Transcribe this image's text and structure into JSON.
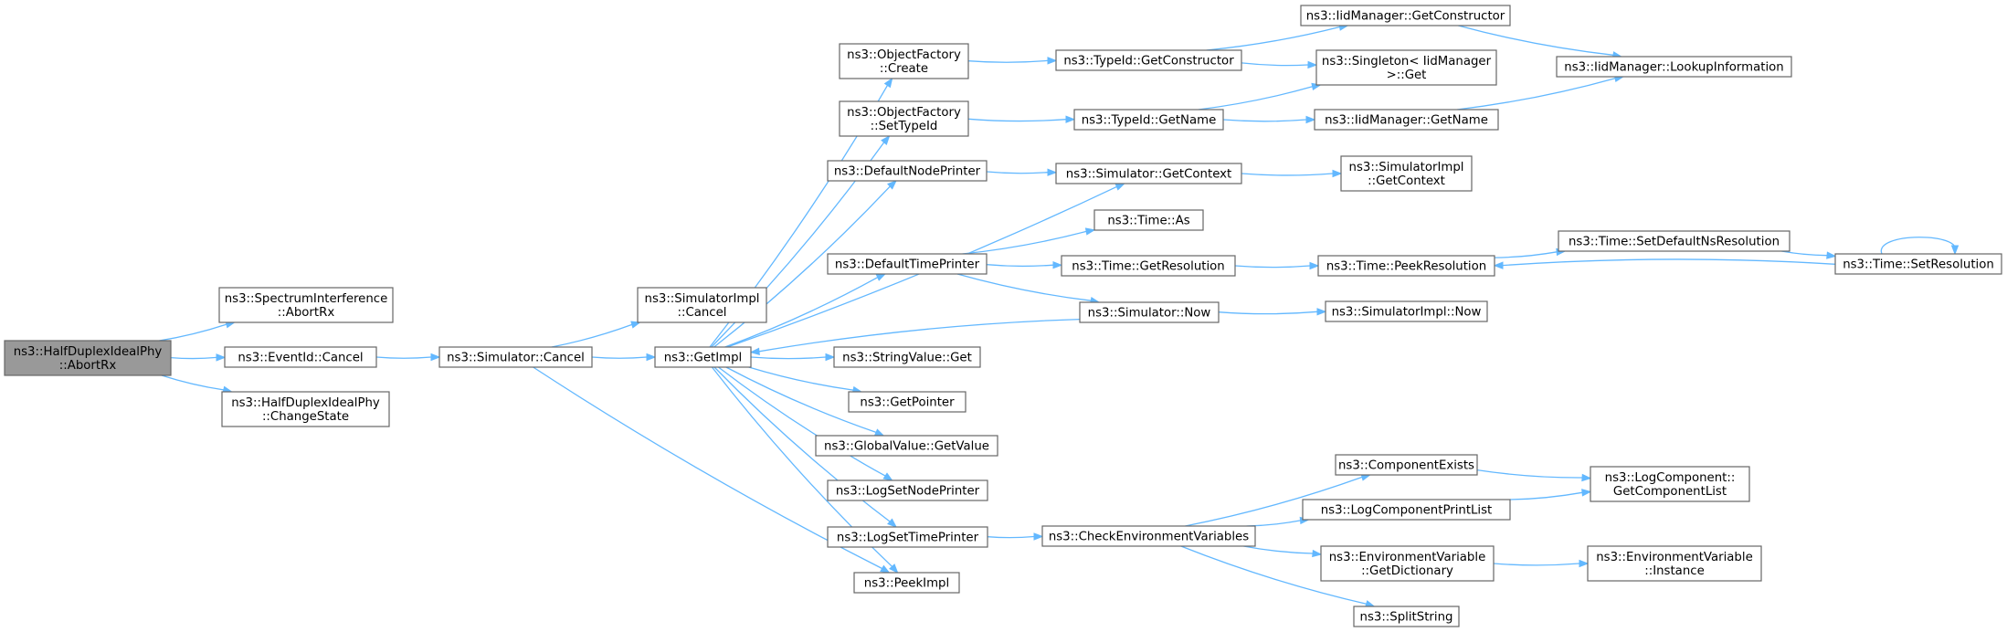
{
  "graph": {
    "edge_color": "#63b8ff",
    "node_border": "#666666",
    "root_fill": "#999999",
    "nodes": [
      {
        "id": "root",
        "lines": [
          "ns3::HalfDuplexIdealPhy",
          "::AbortRx"
        ],
        "root": true
      },
      {
        "id": "specAbort",
        "lines": [
          "ns3::SpectrumInterference",
          "::AbortRx"
        ]
      },
      {
        "id": "eventCancel",
        "lines": [
          "ns3::EventId::Cancel"
        ]
      },
      {
        "id": "changeState",
        "lines": [
          "ns3::HalfDuplexIdealPhy",
          "::ChangeState"
        ]
      },
      {
        "id": "simCancel",
        "lines": [
          "ns3::Simulator::Cancel"
        ]
      },
      {
        "id": "simImplCancel",
        "lines": [
          "ns3::SimulatorImpl",
          "::Cancel"
        ]
      },
      {
        "id": "getImpl",
        "lines": [
          "ns3::GetImpl"
        ]
      },
      {
        "id": "ofCreate",
        "lines": [
          "ns3::ObjectFactory",
          "::Create"
        ]
      },
      {
        "id": "ofSetTypeId",
        "lines": [
          "ns3::ObjectFactory",
          "::SetTypeId"
        ]
      },
      {
        "id": "defNodePrinter",
        "lines": [
          "ns3::DefaultNodePrinter"
        ]
      },
      {
        "id": "defTimePrinter",
        "lines": [
          "ns3::DefaultTimePrinter"
        ]
      },
      {
        "id": "strGet",
        "lines": [
          "ns3::StringValue::Get"
        ]
      },
      {
        "id": "getPointer",
        "lines": [
          "ns3::GetPointer"
        ]
      },
      {
        "id": "gvGetValue",
        "lines": [
          "ns3::GlobalValue::GetValue"
        ]
      },
      {
        "id": "logSetNode",
        "lines": [
          "ns3::LogSetNodePrinter"
        ]
      },
      {
        "id": "logSetTime",
        "lines": [
          "ns3::LogSetTimePrinter"
        ]
      },
      {
        "id": "peekImpl",
        "lines": [
          "ns3::PeekImpl"
        ]
      },
      {
        "id": "tidGetCtor",
        "lines": [
          "ns3::TypeId::GetConstructor"
        ]
      },
      {
        "id": "tidGetName",
        "lines": [
          "ns3::TypeId::GetName"
        ]
      },
      {
        "id": "simGetCtx",
        "lines": [
          "ns3::Simulator::GetContext"
        ]
      },
      {
        "id": "timeAs",
        "lines": [
          "ns3::Time::As"
        ]
      },
      {
        "id": "timeGetRes",
        "lines": [
          "ns3::Time::GetResolution"
        ]
      },
      {
        "id": "simNow",
        "lines": [
          "ns3::Simulator::Now"
        ]
      },
      {
        "id": "checkEnv",
        "lines": [
          "ns3::CheckEnvironmentVariables"
        ]
      },
      {
        "id": "iidGetCtor",
        "lines": [
          "ns3::IidManager::GetConstructor"
        ]
      },
      {
        "id": "singletonGet",
        "lines": [
          "ns3::Singleton< IidManager",
          ">::Get"
        ]
      },
      {
        "id": "iidGetName",
        "lines": [
          "ns3::IidManager::GetName"
        ]
      },
      {
        "id": "simImplGetCtx",
        "lines": [
          "ns3::SimulatorImpl",
          "::GetContext"
        ]
      },
      {
        "id": "timePeekRes",
        "lines": [
          "ns3::Time::PeekResolution"
        ]
      },
      {
        "id": "simImplNow",
        "lines": [
          "ns3::SimulatorImpl::Now"
        ]
      },
      {
        "id": "compExists",
        "lines": [
          "ns3::ComponentExists"
        ]
      },
      {
        "id": "logCompPrint",
        "lines": [
          "ns3::LogComponentPrintList"
        ]
      },
      {
        "id": "envGetDict",
        "lines": [
          "ns3::EnvironmentVariable",
          "::GetDictionary"
        ]
      },
      {
        "id": "splitString",
        "lines": [
          "ns3::SplitString"
        ]
      },
      {
        "id": "iidLookup",
        "lines": [
          "ns3::IidManager::LookupInformation"
        ]
      },
      {
        "id": "timeSetDefNs",
        "lines": [
          "ns3::Time::SetDefaultNsResolution"
        ]
      },
      {
        "id": "timeSetRes",
        "lines": [
          "ns3::Time::SetResolution"
        ]
      },
      {
        "id": "logCompGetList",
        "lines": [
          "ns3::LogComponent::",
          "GetComponentList"
        ]
      },
      {
        "id": "envInstance",
        "lines": [
          "ns3::EnvironmentVariable",
          "::Instance"
        ]
      }
    ],
    "edges": [
      [
        "root",
        "specAbort"
      ],
      [
        "root",
        "eventCancel"
      ],
      [
        "root",
        "changeState"
      ],
      [
        "eventCancel",
        "simCancel"
      ],
      [
        "simCancel",
        "simImplCancel"
      ],
      [
        "simCancel",
        "getImpl"
      ],
      [
        "simCancel",
        "peekImpl"
      ],
      [
        "getImpl",
        "ofCreate"
      ],
      [
        "getImpl",
        "ofSetTypeId"
      ],
      [
        "getImpl",
        "defNodePrinter"
      ],
      [
        "getImpl",
        "simGetCtx"
      ],
      [
        "getImpl",
        "defTimePrinter"
      ],
      [
        "getImpl",
        "strGet"
      ],
      [
        "getImpl",
        "getPointer"
      ],
      [
        "getImpl",
        "gvGetValue"
      ],
      [
        "getImpl",
        "logSetNode"
      ],
      [
        "getImpl",
        "logSetTime"
      ],
      [
        "getImpl",
        "peekImpl"
      ],
      [
        "ofCreate",
        "tidGetCtor"
      ],
      [
        "ofSetTypeId",
        "tidGetName"
      ],
      [
        "defNodePrinter",
        "simGetCtx"
      ],
      [
        "defTimePrinter",
        "timeAs"
      ],
      [
        "defTimePrinter",
        "timeGetRes"
      ],
      [
        "defTimePrinter",
        "simNow"
      ],
      [
        "simNow",
        "getImpl"
      ],
      [
        "simNow",
        "simImplNow"
      ],
      [
        "logSetTime",
        "checkEnv"
      ],
      [
        "tidGetCtor",
        "iidGetCtor"
      ],
      [
        "tidGetCtor",
        "singletonGet"
      ],
      [
        "tidGetName",
        "singletonGet"
      ],
      [
        "tidGetName",
        "iidGetName"
      ],
      [
        "simGetCtx",
        "simImplGetCtx"
      ],
      [
        "timeGetRes",
        "timePeekRes"
      ],
      [
        "iidGetCtor",
        "iidLookup"
      ],
      [
        "iidGetName",
        "iidLookup"
      ],
      [
        "timePeekRes",
        "timeSetDefNs"
      ],
      [
        "timeSetDefNs",
        "timeSetRes"
      ],
      [
        "timeSetRes",
        "timePeekRes"
      ],
      [
        "timeSetRes",
        "timeSetRes"
      ],
      [
        "checkEnv",
        "compExists"
      ],
      [
        "checkEnv",
        "logCompPrint"
      ],
      [
        "checkEnv",
        "envGetDict"
      ],
      [
        "checkEnv",
        "splitString"
      ],
      [
        "compExists",
        "logCompGetList"
      ],
      [
        "logCompPrint",
        "logCompGetList"
      ],
      [
        "envGetDict",
        "envInstance"
      ]
    ]
  }
}
